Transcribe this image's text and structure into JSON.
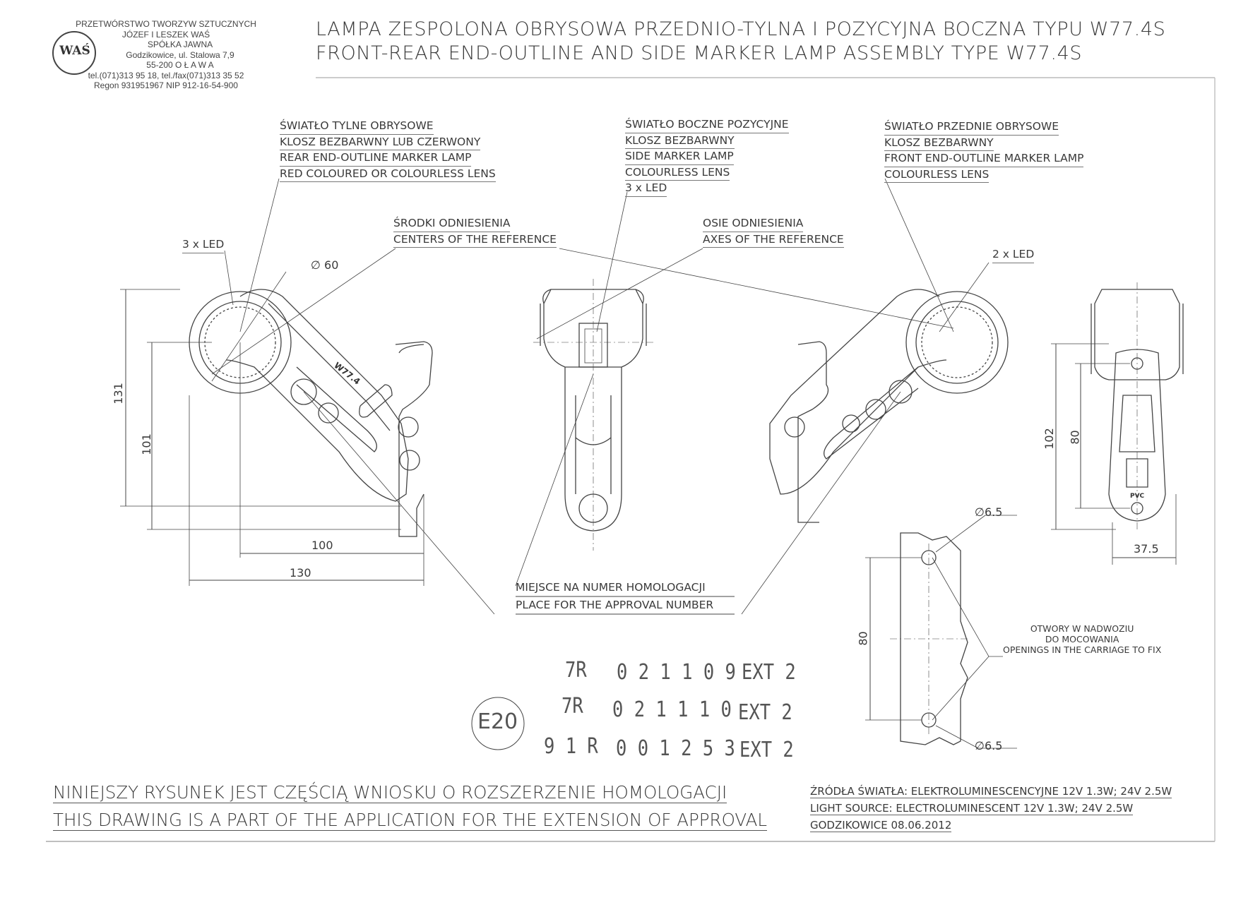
{
  "company": {
    "lines": [
      "PRZETWÓRSTWO TWORZYW SZTUCZNYCH",
      "JÓZEF I LESZEK WAŚ",
      "SPÓŁKA JAWNA",
      "Godzikowice, ul. Stalowa 7,9",
      "55-200  O Ł A W A",
      "tel.(071)313 95 18, tel./fax(071)313 35 52",
      "Regon 931951967 NIP 912-16-54-900"
    ],
    "logo_text": "WAŚ"
  },
  "title": {
    "pl": "LAMPA ZESPOLONA OBRYSOWA PRZEDNIO-TYLNA I POZYCYJNA BOCZNA TYPU W77.4S",
    "en": "FRONT-REAR END-OUTLINE AND SIDE MARKER LAMP ASSEMBLY TYPE W77.4S"
  },
  "labels": {
    "rear_lamp": [
      "ŚWIATŁO TYLNE OBRYSOWE",
      "KLOSZ BEZBARWNY LUB CZERWONY",
      "REAR END-OUTLINE MARKER LAMP",
      "RED COLOURED OR COLOURLESS LENS"
    ],
    "side_lamp": [
      "ŚWIATŁO BOCZNE POZYCYJNE",
      "KLOSZ BEZBARWNY",
      "SIDE MARKER LAMP",
      "COLOURLESS LENS",
      "3 x LED"
    ],
    "front_lamp": [
      "ŚWIATŁO PRZEDNIE OBRYSOWE",
      "KLOSZ BEZBARWNY",
      "FRONT END-OUTLINE MARKER LAMP",
      "COLOURLESS LENS"
    ],
    "centers_ref": [
      "ŚRODKI ODNIESIENIA",
      "CENTERS OF THE REFERENCE"
    ],
    "axes_ref": [
      "OSIE ODNIESIENIA",
      "AXES OF THE REFERENCE"
    ],
    "led3": "3 x LED",
    "led2": "2 x LED",
    "approval_place": [
      "MIEJSCE NA NUMER HOMOLOGACJI",
      "PLACE FOR THE APPROVAL NUMBER"
    ],
    "openings": [
      "OTWORY W NADWOZIU",
      "DO MOCOWANIA",
      "OPENINGS IN THE CARRIAGE TO FIX"
    ],
    "model_mark": "W77.4",
    "pvc_mark": "PVC"
  },
  "dimensions": {
    "diameter_60": "∅ 60",
    "h131": "131",
    "h101": "101",
    "w100": "100",
    "w130": "130",
    "h102": "102",
    "h80_side": "80",
    "w37_5": "37.5",
    "hole_top": "∅6.5",
    "hole_bottom": "∅6.5",
    "h80_holes": "80"
  },
  "approval": {
    "mark": "E20",
    "rows": [
      {
        "reg": "7R",
        "num": "0 2 1 1 0 9",
        "ext": "EXT 2"
      },
      {
        "reg": "7R",
        "num": "0 2 1 1 1 0",
        "ext": "EXT 2"
      },
      {
        "reg": "9 1 R",
        "num": "0 0 1 2 5 3",
        "ext": "EXT 2"
      }
    ]
  },
  "footer": {
    "note_pl": "NINIEJSZY RYSUNEK JEST CZĘŚCIĄ WNIOSKU O  ROZSZERZENIE  HOMOLOGACJI",
    "note_en": "THIS DRAWING IS A PART OF THE APPLICATION FOR THE EXTENSION OF APPROVAL",
    "source_pl": "ŹRÓDŁA ŚWIATŁA: ELEKTROLUMINESCENCYJNE  12V  1.3W; 24V  2.5W",
    "source_en": "LIGHT SOURCE: ELECTROLUMINESCENT  12V  1.3W; 24V  2.5W",
    "place_date": "GODZIKOWICE 08.06.2012"
  }
}
